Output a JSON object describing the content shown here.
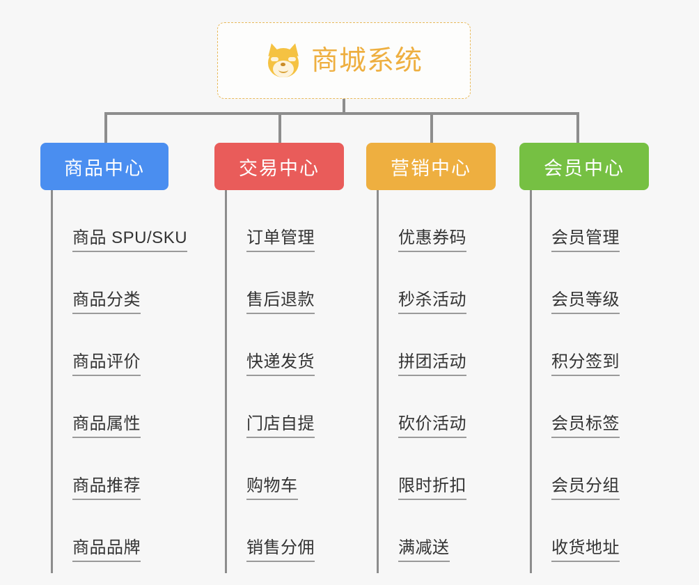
{
  "root": {
    "title": "商城系统",
    "icon": "dog-face-icon",
    "accent_color": "#eeaf40",
    "border_color": "#e8b95a",
    "background": "#fdfdfc"
  },
  "canvas": {
    "background": "#f7f7f7",
    "connector_color": "#8d8d8d"
  },
  "branches": [
    {
      "label": "商品中心",
      "color": "#4a8ef0",
      "items": [
        "商品 SPU/SKU",
        "商品分类",
        "商品评价",
        "商品属性",
        "商品推荐",
        "商品品牌"
      ]
    },
    {
      "label": "交易中心",
      "color": "#e95c5a",
      "items": [
        "订单管理",
        "售后退款",
        "快递发货",
        "门店自提",
        "购物车",
        "销售分佣"
      ]
    },
    {
      "label": "营销中心",
      "color": "#eeaf40",
      "items": [
        "优惠券码",
        "秒杀活动",
        "拼团活动",
        "砍价活动",
        "限时折扣",
        "满减送"
      ]
    },
    {
      "label": "会员中心",
      "color": "#76c043",
      "items": [
        "会员管理",
        "会员等级",
        "积分签到",
        "会员标签",
        "会员分组",
        "收货地址"
      ]
    }
  ]
}
